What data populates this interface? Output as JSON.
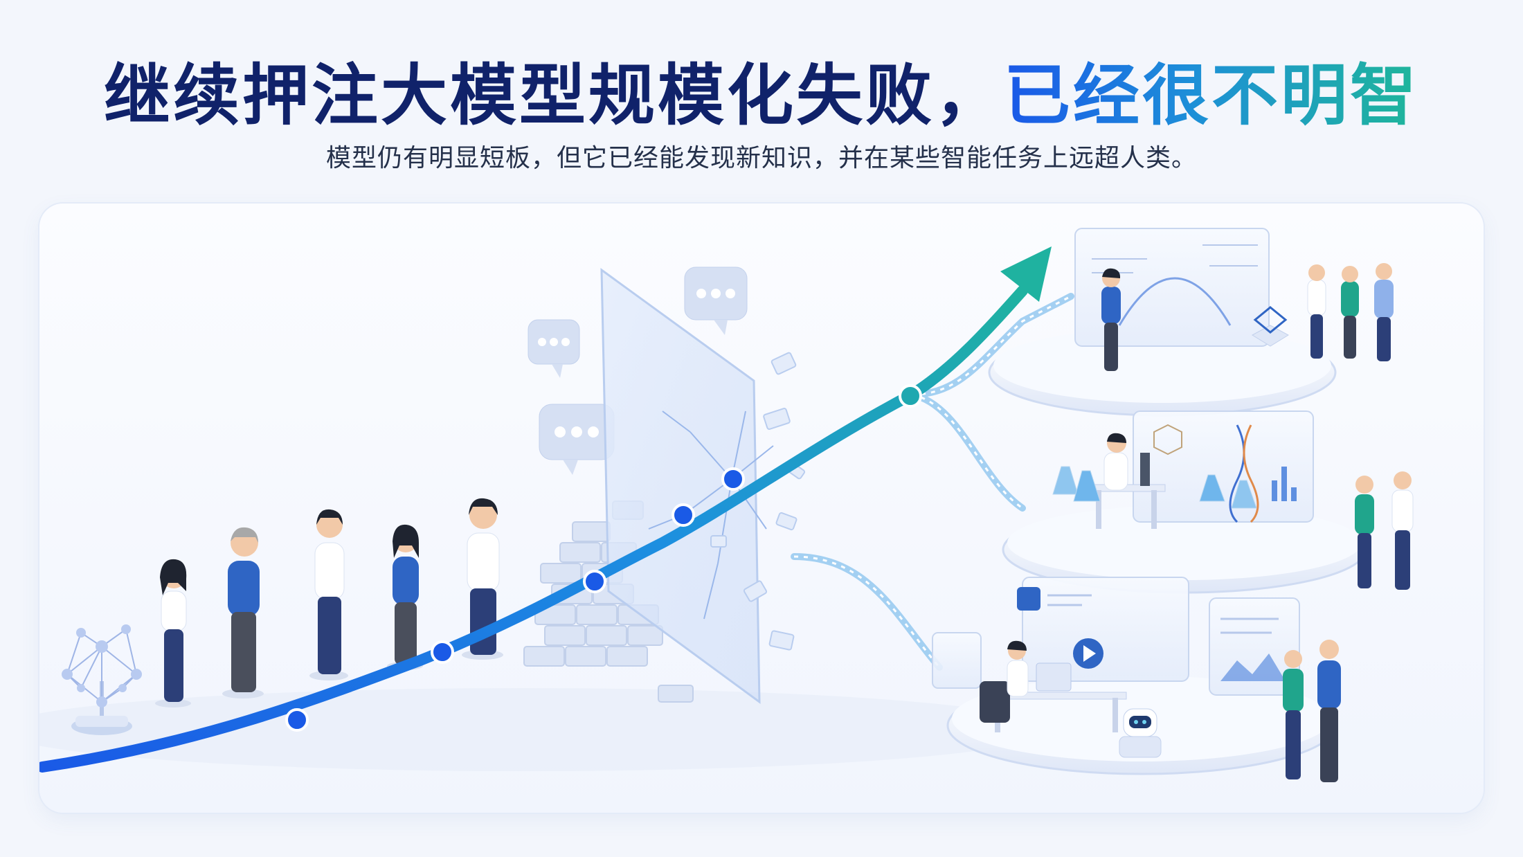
{
  "headline": {
    "main": "继续押注大模型规模化失败，",
    "accent": "已经很不明智"
  },
  "subheadline": "模型仍有明显短板，但它已经能发现新知识，并在某些智能任务上远超人类。",
  "colors": {
    "title": "#10226a",
    "accent_start": "#1a58e8",
    "accent_end": "#1fb69a",
    "curve_start": "#1a5ae6",
    "curve_end": "#1fb2a0"
  },
  "icons": [
    "network-sculpture-icon",
    "speech-bubble-icon",
    "glass-wall-icon",
    "brick-wall-icon",
    "growth-arrow-icon",
    "math-whiteboard-icon",
    "microscope-lab-icon",
    "ai-workstation-icon",
    "robot-icon"
  ]
}
